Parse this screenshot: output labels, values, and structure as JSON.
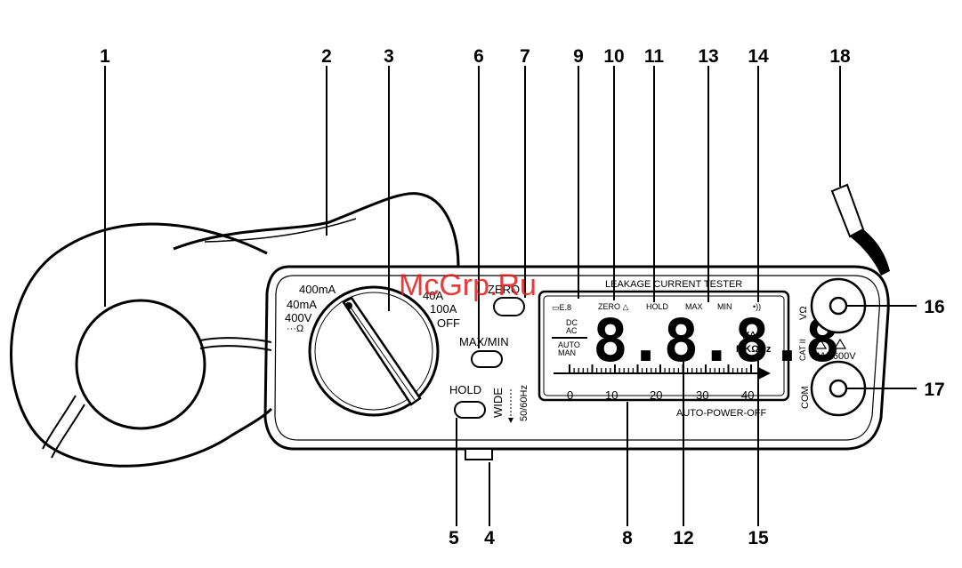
{
  "watermark": "McGrp.Ru",
  "callouts": [
    "1",
    "2",
    "3",
    "4",
    "5",
    "6",
    "7",
    "8",
    "9",
    "10",
    "11",
    "12",
    "13",
    "14",
    "15",
    "16",
    "17",
    "18"
  ],
  "dial": {
    "left_labels": [
      "400mA",
      "40mA",
      "400V",
      "···Ω"
    ],
    "right_labels": [
      "40A",
      "100A",
      "OFF"
    ]
  },
  "buttons": {
    "zero": "ZERO",
    "maxmin": "MAX/MIN",
    "hold": "HOLD"
  },
  "filter": {
    "wide": "WIDE",
    "hz": "50/60Hz"
  },
  "lcd": {
    "header": "LEAKAGE CURRENT TESTER",
    "ann_zero": "ZERO △",
    "ann_hold": "HOLD",
    "ann_max": "MAX",
    "ann_min": "MIN",
    "ann_dc": "DC",
    "ann_ac": "AC",
    "ann_auto": "AUTO",
    "ann_man": "MAN",
    "digits": "8.8.8.8",
    "unit_va": "VA",
    "unit_mkhz": "MKΩHz",
    "scale": [
      "0",
      "10",
      "20",
      "30",
      "40"
    ],
    "apo": "AUTO-POWER-OFF"
  },
  "terminals": {
    "v_ohm": "VΩ",
    "cat": "CAT II",
    "max600": "MAX600V",
    "com": "COM"
  }
}
